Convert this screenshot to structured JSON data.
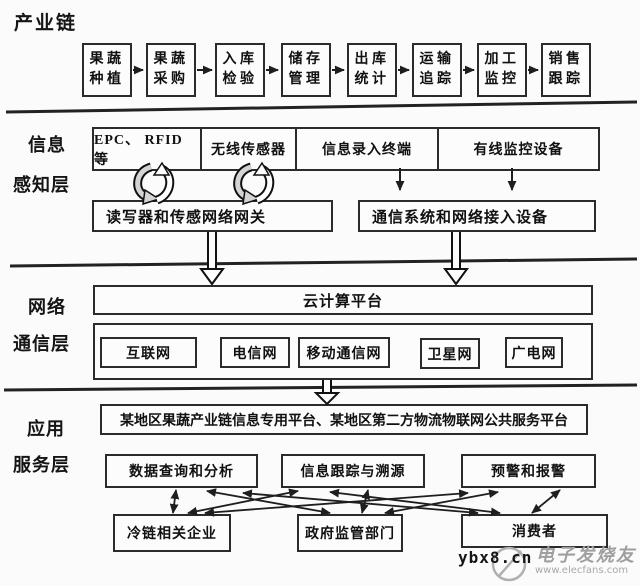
{
  "industry_chain": {
    "label": "产业链",
    "stages": [
      "果蔬种植",
      "果蔬采购",
      "入库检验",
      "储存管理",
      "出库统计",
      "运输追踪",
      "加工监控",
      "销售跟踪"
    ]
  },
  "perception_layer": {
    "label_line1": "信息",
    "label_line2": "感知层",
    "devices": [
      "EPC、 RFID 等",
      "无线传感器",
      "信息录入终端",
      "有线监控设备"
    ],
    "gateways": [
      "读写器和传感网络网关",
      "通信系统和网络接入设备"
    ]
  },
  "network_layer": {
    "label_line1": "网络",
    "label_line2": "通信层",
    "platform": "云计算平台",
    "networks": [
      "互联网",
      "电信网",
      "移动通信网",
      "卫星网",
      "广电网"
    ]
  },
  "application_layer": {
    "label_line1": "应用",
    "label_line2": "服务层",
    "platform": "某地区果蔬产业链信息专用平台、某地区第二方物流物联网公共服务平台",
    "services": [
      "数据查询和分析",
      "信息跟踪与溯源",
      "预警和报警"
    ],
    "stakeholders": [
      "冷链相关企业",
      "政府监管部门",
      "消费者"
    ]
  },
  "watermark": {
    "site": "ybx8.cn",
    "brand": "电子发烧友",
    "url": "www.elecfans.com"
  },
  "colors": {
    "line": "#1e1e1e",
    "box_border": "#2b2b2b",
    "gray_band": "#d4d4d4",
    "watermark_gray": "#b0b0b0"
  }
}
